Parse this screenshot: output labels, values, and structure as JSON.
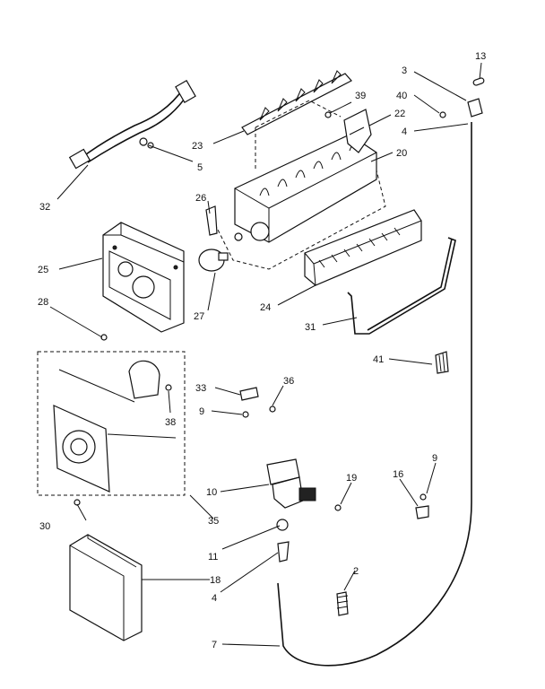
{
  "callouts": [
    {
      "id": "c13",
      "text": "13"
    },
    {
      "id": "c3",
      "text": "3"
    },
    {
      "id": "c40",
      "text": "40"
    },
    {
      "id": "c4a",
      "text": "4"
    },
    {
      "id": "c39",
      "text": "39"
    },
    {
      "id": "c22",
      "text": "22"
    },
    {
      "id": "c20",
      "text": "20"
    },
    {
      "id": "c23",
      "text": "23"
    },
    {
      "id": "c5",
      "text": "5"
    },
    {
      "id": "c32",
      "text": "32"
    },
    {
      "id": "c26",
      "text": "26"
    },
    {
      "id": "c25",
      "text": "25"
    },
    {
      "id": "c27",
      "text": "27"
    },
    {
      "id": "c24",
      "text": "24"
    },
    {
      "id": "c28",
      "text": "28"
    },
    {
      "id": "c31",
      "text": "31"
    },
    {
      "id": "c41",
      "text": "41"
    },
    {
      "id": "c33",
      "text": "33"
    },
    {
      "id": "c36",
      "text": "36"
    },
    {
      "id": "c9a",
      "text": "9"
    },
    {
      "id": "c38",
      "text": "38"
    },
    {
      "id": "c9b",
      "text": "9"
    },
    {
      "id": "c16",
      "text": "16"
    },
    {
      "id": "c10",
      "text": "10"
    },
    {
      "id": "c19",
      "text": "19"
    },
    {
      "id": "c30",
      "text": "30"
    },
    {
      "id": "c35",
      "text": "35"
    },
    {
      "id": "c11",
      "text": "11"
    },
    {
      "id": "c18",
      "text": "18"
    },
    {
      "id": "c2",
      "text": "2"
    },
    {
      "id": "c4b",
      "text": "4"
    },
    {
      "id": "c7",
      "text": "7"
    }
  ]
}
